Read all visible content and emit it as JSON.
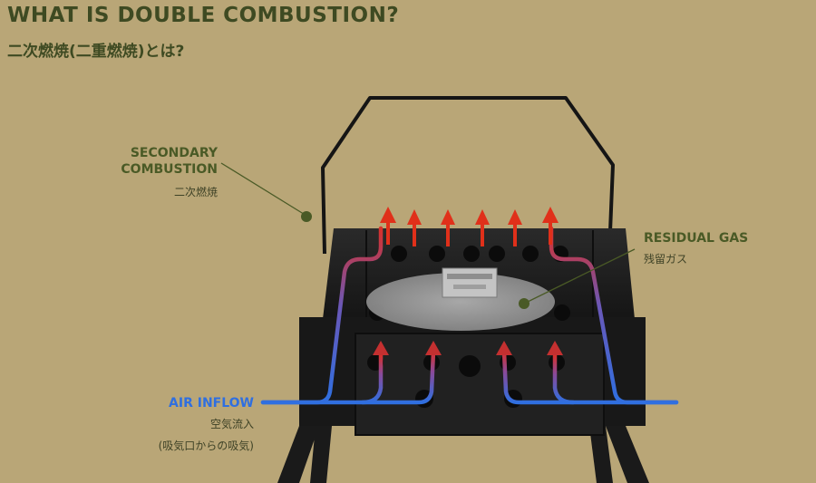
{
  "title": "WHAT IS DOUBLE COMBUSTION?",
  "subtitle": "二次燃焼(二重燃焼)とは?",
  "labels": {
    "secondary": {
      "line1": "SECONDARY",
      "line2": "COMBUSTION",
      "jp": "二次燃焼"
    },
    "residual": {
      "en": "RESIDUAL GAS",
      "jp": "残留ガス"
    },
    "air": {
      "en": "AIR INFLOW",
      "jp1": "空気流入",
      "jp2": "(吸気口からの吸気)"
    }
  },
  "colors": {
    "background": "#B9A677",
    "heading": "#3E4A22",
    "leader": "#4A5A26",
    "air_blue": "#2F6FE0",
    "flame_red": "#E0301A",
    "stove": "#1C1C1C"
  },
  "icons": {
    "stove": "fire-pit-stove",
    "arrows": "airflow-arrow"
  }
}
